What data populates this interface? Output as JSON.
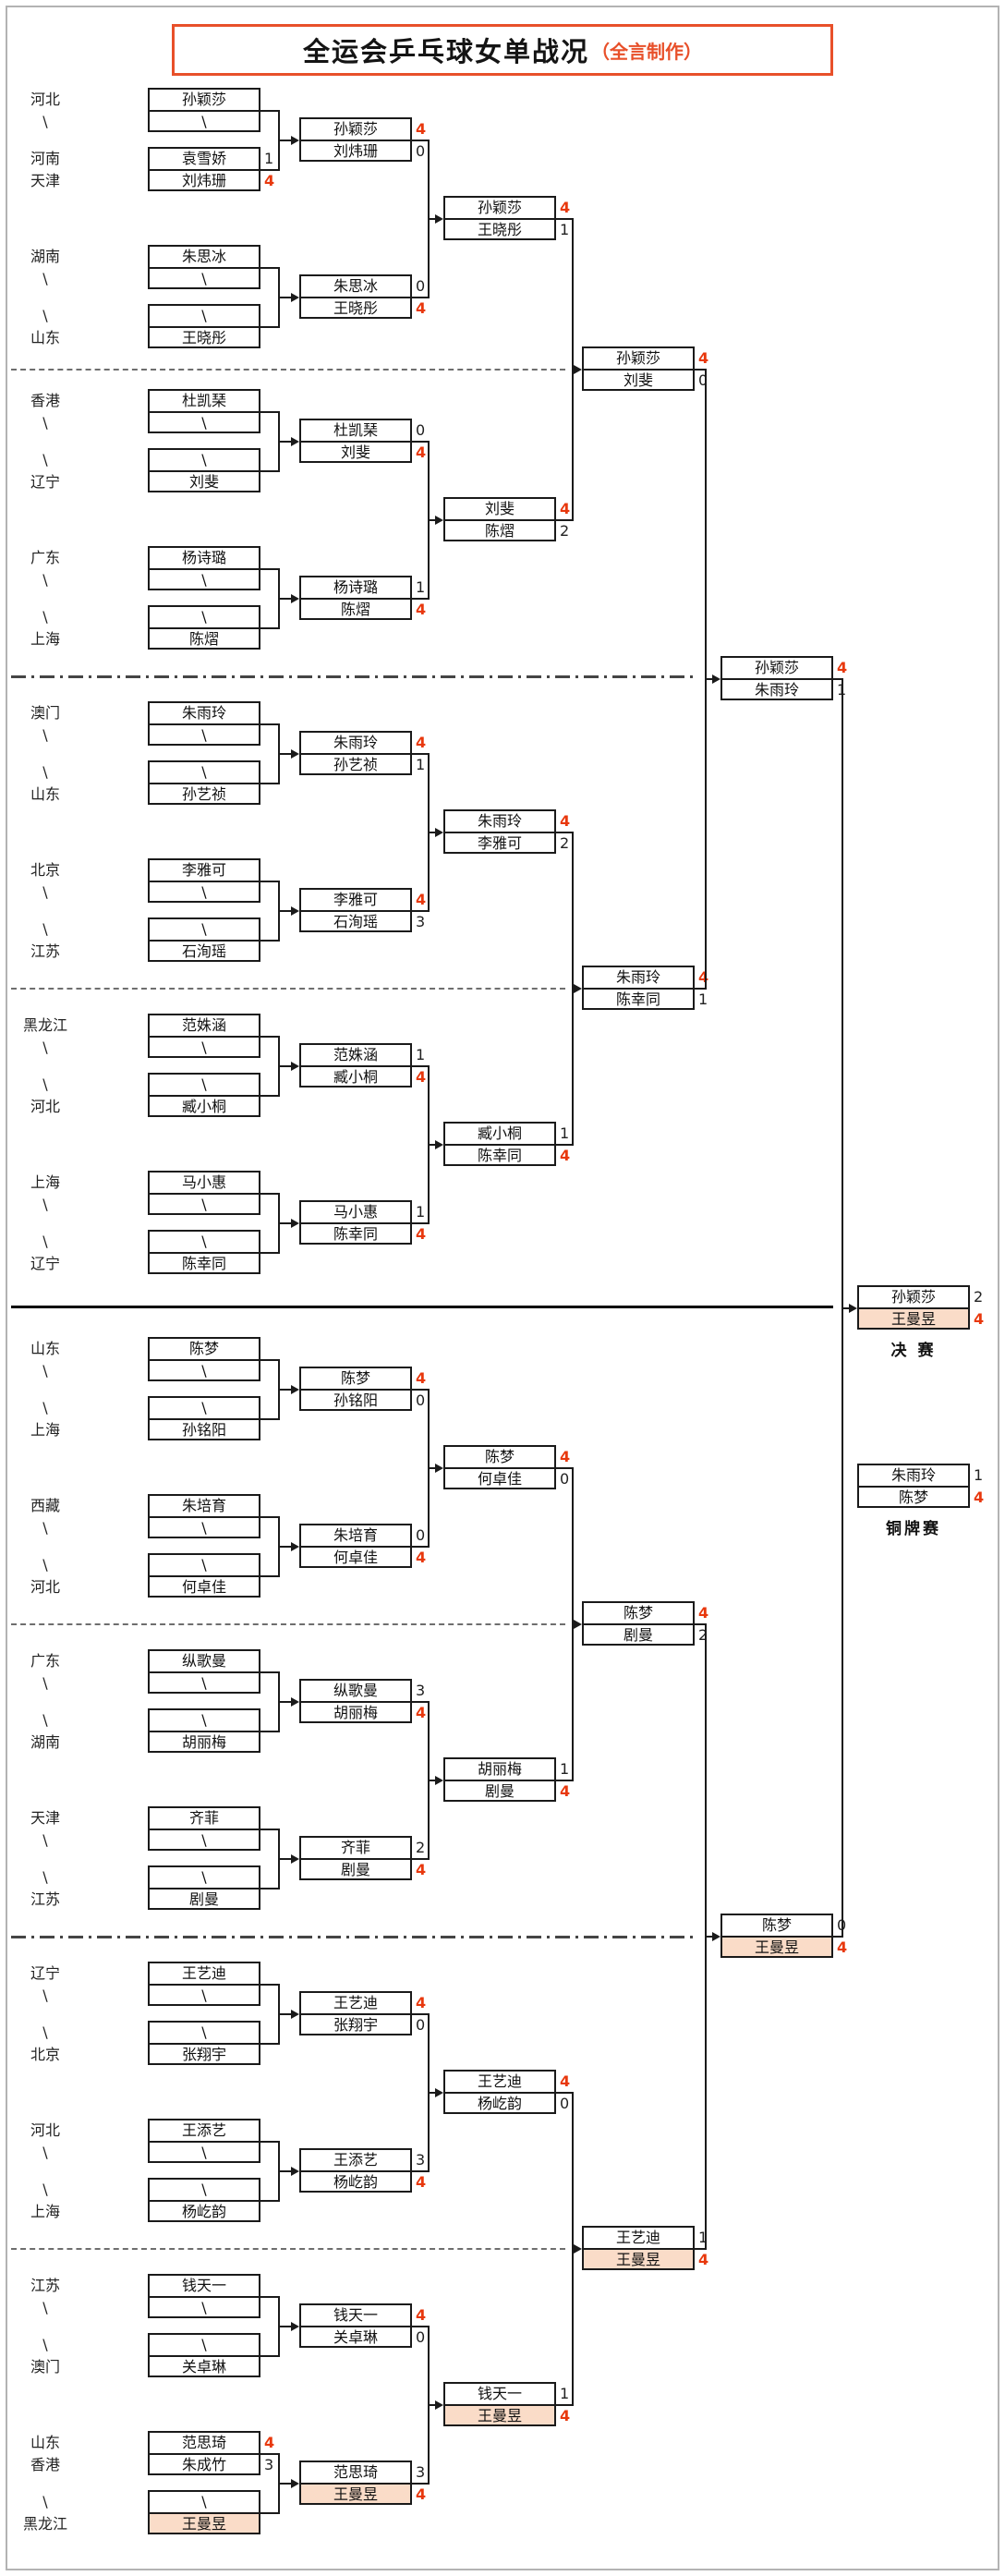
{
  "title": {
    "main": "全运会乒乓球女单战况",
    "sub": "（全言制作）"
  },
  "champion": "王曼昱",
  "colors": {
    "accent": "#e8502a",
    "win_score": "#e8380d",
    "champion_highlight": "#fadcc8"
  },
  "final_label": "决 赛",
  "bronze_label": "铜牌赛",
  "bracket": {
    "sections": [
      {
        "r1": [
          {
            "prov": [
              "河北",
              "\\"
            ],
            "p": [
              "孙颖莎",
              "\\"
            ],
            "s": [
              "",
              ""
            ]
          },
          {
            "prov": [
              "河南",
              "天津"
            ],
            "p": [
              "袁雪娇",
              "刘炜珊"
            ],
            "s": [
              "1",
              "4"
            ]
          },
          {
            "prov": [
              "湖南",
              "\\"
            ],
            "p": [
              "朱思冰",
              "\\"
            ],
            "s": [
              "",
              ""
            ]
          },
          {
            "prov": [
              "\\",
              "山东"
            ],
            "p": [
              "\\",
              "王晓彤"
            ],
            "s": [
              "",
              ""
            ]
          }
        ],
        "r2": [
          {
            "p": [
              "孙颖莎",
              "刘炜珊"
            ],
            "s": [
              "4",
              "0"
            ]
          },
          {
            "p": [
              "朱思冰",
              "王晓彤"
            ],
            "s": [
              "0",
              "4"
            ]
          }
        ],
        "r16": {
          "p": [
            "孙颖莎",
            "王晓彤"
          ],
          "s": [
            "4",
            "1"
          ]
        }
      },
      {
        "r1": [
          {
            "prov": [
              "香港",
              "\\"
            ],
            "p": [
              "杜凯琹",
              "\\"
            ],
            "s": [
              "",
              ""
            ]
          },
          {
            "prov": [
              "\\",
              "辽宁"
            ],
            "p": [
              "\\",
              "刘斐"
            ],
            "s": [
              "",
              ""
            ]
          },
          {
            "prov": [
              "广东",
              "\\"
            ],
            "p": [
              "杨诗璐",
              "\\"
            ],
            "s": [
              "",
              ""
            ]
          },
          {
            "prov": [
              "\\",
              "上海"
            ],
            "p": [
              "\\",
              "陈熠"
            ],
            "s": [
              "",
              ""
            ]
          }
        ],
        "r2": [
          {
            "p": [
              "杜凯琹",
              "刘斐"
            ],
            "s": [
              "0",
              "4"
            ]
          },
          {
            "p": [
              "杨诗璐",
              "陈熠"
            ],
            "s": [
              "1",
              "4"
            ]
          }
        ],
        "r16": {
          "p": [
            "刘斐",
            "陈熠"
          ],
          "s": [
            "4",
            "2"
          ]
        }
      },
      {
        "r1": [
          {
            "prov": [
              "澳门",
              "\\"
            ],
            "p": [
              "朱雨玲",
              "\\"
            ],
            "s": [
              "",
              ""
            ]
          },
          {
            "prov": [
              "\\",
              "山东"
            ],
            "p": [
              "\\",
              "孙艺祯"
            ],
            "s": [
              "",
              ""
            ]
          },
          {
            "prov": [
              "北京",
              "\\"
            ],
            "p": [
              "李雅可",
              "\\"
            ],
            "s": [
              "",
              ""
            ]
          },
          {
            "prov": [
              "\\",
              "江苏"
            ],
            "p": [
              "\\",
              "石洵瑶"
            ],
            "s": [
              "",
              ""
            ]
          }
        ],
        "r2": [
          {
            "p": [
              "朱雨玲",
              "孙艺祯"
            ],
            "s": [
              "4",
              "1"
            ]
          },
          {
            "p": [
              "李雅可",
              "石洵瑶"
            ],
            "s": [
              "4",
              "3"
            ]
          }
        ],
        "r16": {
          "p": [
            "朱雨玲",
            "李雅可"
          ],
          "s": [
            "4",
            "2"
          ]
        }
      },
      {
        "r1": [
          {
            "prov": [
              "黑龙江",
              "\\"
            ],
            "p": [
              "范姝涵",
              "\\"
            ],
            "s": [
              "",
              ""
            ]
          },
          {
            "prov": [
              "\\",
              "河北"
            ],
            "p": [
              "\\",
              "臧小桐"
            ],
            "s": [
              "",
              ""
            ]
          },
          {
            "prov": [
              "上海",
              "\\"
            ],
            "p": [
              "马小惠",
              "\\"
            ],
            "s": [
              "",
              ""
            ]
          },
          {
            "prov": [
              "\\",
              "辽宁"
            ],
            "p": [
              "\\",
              "陈幸同"
            ],
            "s": [
              "",
              ""
            ]
          }
        ],
        "r2": [
          {
            "p": [
              "范姝涵",
              "臧小桐"
            ],
            "s": [
              "1",
              "4"
            ]
          },
          {
            "p": [
              "马小惠",
              "陈幸同"
            ],
            "s": [
              "1",
              "4"
            ]
          }
        ],
        "r16": {
          "p": [
            "臧小桐",
            "陈幸同"
          ],
          "s": [
            "1",
            "4"
          ]
        }
      },
      {
        "r1": [
          {
            "prov": [
              "山东",
              "\\"
            ],
            "p": [
              "陈梦",
              "\\"
            ],
            "s": [
              "",
              ""
            ]
          },
          {
            "prov": [
              "\\",
              "上海"
            ],
            "p": [
              "\\",
              "孙铭阳"
            ],
            "s": [
              "",
              ""
            ]
          },
          {
            "prov": [
              "西藏",
              "\\"
            ],
            "p": [
              "朱培育",
              "\\"
            ],
            "s": [
              "",
              ""
            ]
          },
          {
            "prov": [
              "\\",
              "河北"
            ],
            "p": [
              "\\",
              "何卓佳"
            ],
            "s": [
              "",
              ""
            ]
          }
        ],
        "r2": [
          {
            "p": [
              "陈梦",
              "孙铭阳"
            ],
            "s": [
              "4",
              "0"
            ]
          },
          {
            "p": [
              "朱培育",
              "何卓佳"
            ],
            "s": [
              "0",
              "4"
            ]
          }
        ],
        "r16": {
          "p": [
            "陈梦",
            "何卓佳"
          ],
          "s": [
            "4",
            "0"
          ]
        }
      },
      {
        "r1": [
          {
            "prov": [
              "广东",
              "\\"
            ],
            "p": [
              "纵歌曼",
              "\\"
            ],
            "s": [
              "",
              ""
            ]
          },
          {
            "prov": [
              "\\",
              "湖南"
            ],
            "p": [
              "\\",
              "胡丽梅"
            ],
            "s": [
              "",
              ""
            ]
          },
          {
            "prov": [
              "天津",
              "\\"
            ],
            "p": [
              "齐菲",
              "\\"
            ],
            "s": [
              "",
              ""
            ]
          },
          {
            "prov": [
              "\\",
              "江苏"
            ],
            "p": [
              "\\",
              "剧曼"
            ],
            "s": [
              "",
              ""
            ]
          }
        ],
        "r2": [
          {
            "p": [
              "纵歌曼",
              "胡丽梅"
            ],
            "s": [
              "3",
              "4"
            ]
          },
          {
            "p": [
              "齐菲",
              "剧曼"
            ],
            "s": [
              "2",
              "4"
            ]
          }
        ],
        "r16": {
          "p": [
            "胡丽梅",
            "剧曼"
          ],
          "s": [
            "1",
            "4"
          ]
        }
      },
      {
        "r1": [
          {
            "prov": [
              "辽宁",
              "\\"
            ],
            "p": [
              "王艺迪",
              "\\"
            ],
            "s": [
              "",
              ""
            ]
          },
          {
            "prov": [
              "\\",
              "北京"
            ],
            "p": [
              "\\",
              "张翔宇"
            ],
            "s": [
              "",
              ""
            ]
          },
          {
            "prov": [
              "河北",
              "\\"
            ],
            "p": [
              "王添艺",
              "\\"
            ],
            "s": [
              "",
              ""
            ]
          },
          {
            "prov": [
              "\\",
              "上海"
            ],
            "p": [
              "\\",
              "杨屹韵"
            ],
            "s": [
              "",
              ""
            ]
          }
        ],
        "r2": [
          {
            "p": [
              "王艺迪",
              "张翔宇"
            ],
            "s": [
              "4",
              "0"
            ]
          },
          {
            "p": [
              "王添艺",
              "杨屹韵"
            ],
            "s": [
              "3",
              "4"
            ]
          }
        ],
        "r16": {
          "p": [
            "王艺迪",
            "杨屹韵"
          ],
          "s": [
            "4",
            "0"
          ]
        }
      },
      {
        "r1": [
          {
            "prov": [
              "江苏",
              "\\"
            ],
            "p": [
              "钱天一",
              "\\"
            ],
            "s": [
              "",
              ""
            ]
          },
          {
            "prov": [
              "\\",
              "澳门"
            ],
            "p": [
              "\\",
              "关卓琳"
            ],
            "s": [
              "",
              ""
            ]
          },
          {
            "prov": [
              "山东",
              "香港"
            ],
            "p": [
              "范思琦",
              "朱成竹"
            ],
            "s": [
              "4",
              "3"
            ]
          },
          {
            "prov": [
              "\\",
              "黑龙江"
            ],
            "p": [
              "\\",
              "王曼昱"
            ],
            "s": [
              "",
              ""
            ]
          }
        ],
        "r2": [
          {
            "p": [
              "钱天一",
              "关卓琳"
            ],
            "s": [
              "4",
              "0"
            ]
          },
          {
            "p": [
              "范思琦",
              "王曼昱"
            ],
            "s": [
              "3",
              "4"
            ]
          }
        ],
        "r16": {
          "p": [
            "钱天一",
            "王曼昱"
          ],
          "s": [
            "1",
            "4"
          ]
        }
      }
    ],
    "quarterfinals": [
      {
        "p": [
          "孙颖莎",
          "刘斐"
        ],
        "s": [
          "4",
          "0"
        ]
      },
      {
        "p": [
          "朱雨玲",
          "陈幸同"
        ],
        "s": [
          "4",
          "1"
        ]
      },
      {
        "p": [
          "陈梦",
          "剧曼"
        ],
        "s": [
          "4",
          "2"
        ]
      },
      {
        "p": [
          "王艺迪",
          "王曼昱"
        ],
        "s": [
          "1",
          "4"
        ]
      }
    ],
    "semifinals": [
      {
        "p": [
          "孙颖莎",
          "朱雨玲"
        ],
        "s": [
          "4",
          "1"
        ]
      },
      {
        "p": [
          "陈梦",
          "王曼昱"
        ],
        "s": [
          "0",
          "4"
        ]
      }
    ],
    "final": {
      "p": [
        "孙颖莎",
        "王曼昱"
      ],
      "s": [
        "2",
        "4"
      ]
    },
    "bronze": {
      "p": [
        "朱雨玲",
        "陈梦"
      ],
      "s": [
        "1",
        "4"
      ]
    }
  },
  "separators": [
    "dashed",
    "dashdot",
    "dashed",
    "solid",
    "dashed",
    "dashdot",
    "dashed"
  ]
}
